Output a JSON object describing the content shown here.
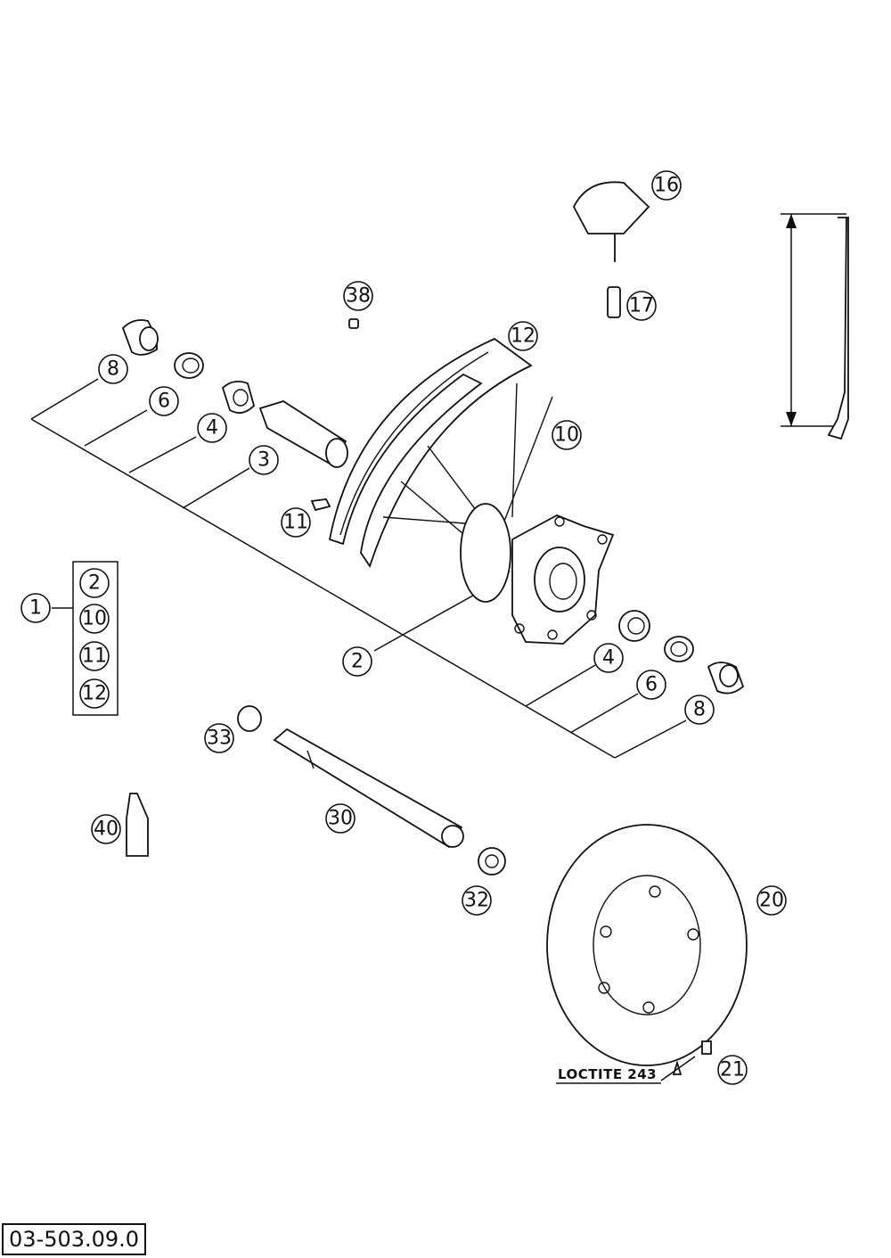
{
  "drawing_number": "03-503.09.0",
  "note_label": "LOCTITE 243",
  "callouts": {
    "c1": "1",
    "c2_box": "2",
    "c10_box": "10",
    "c11_box": "11",
    "c12_box": "12",
    "c2": "2",
    "c3": "3",
    "c4_left": "4",
    "c4_right": "4",
    "c6_left": "6",
    "c6_right": "6",
    "c8_left": "8",
    "c8_right": "8",
    "c10": "10",
    "c11": "11",
    "c12": "12",
    "c16": "16",
    "c17": "17",
    "c20": "20",
    "c21": "21",
    "c30": "30",
    "c32": "32",
    "c33": "33",
    "c38": "38",
    "c40": "40"
  }
}
